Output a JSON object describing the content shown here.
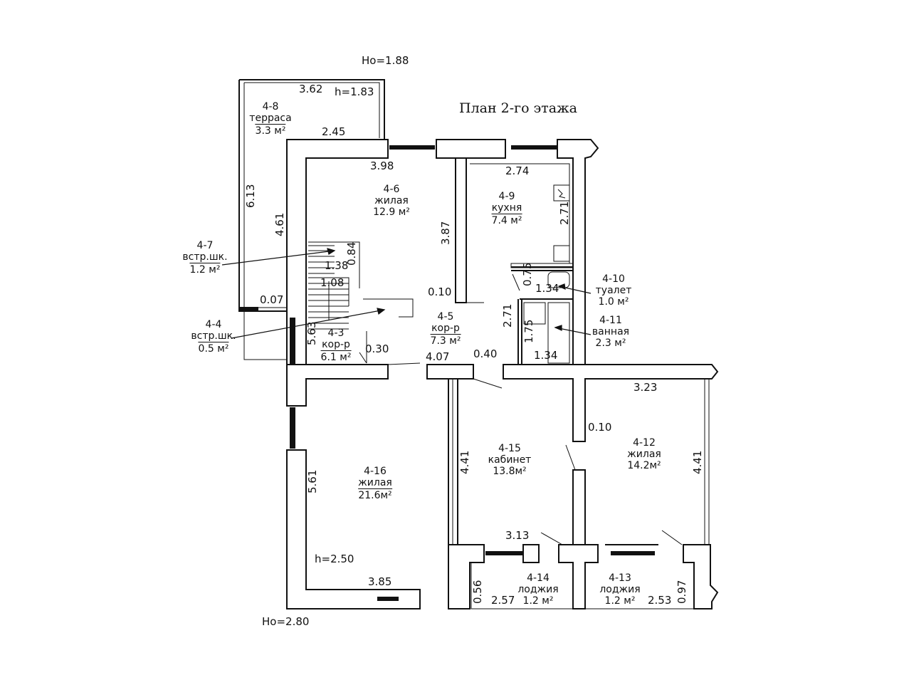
{
  "title": "План 2-го этажа",
  "heights": {
    "ho_top": "Ho=1.88",
    "ho_bottom": "Ho=2.80",
    "h_terrace": "h=1.83",
    "h_main": "h=2.50"
  },
  "rooms": {
    "r48": {
      "id": "4-8",
      "name": "терраса",
      "area": "3.3 м²"
    },
    "r46": {
      "id": "4-6",
      "name": "жилая",
      "area": "12.9 м²"
    },
    "r49": {
      "id": "4-9",
      "name": "кухня",
      "area": "7.4 м²"
    },
    "r47": {
      "id": "4-7",
      "name": "встр.шк.",
      "area": "1.2 м²"
    },
    "r410": {
      "id": "4-10",
      "name": "туалет",
      "area": "1.0 м²"
    },
    "r45": {
      "id": "4-5",
      "name": "кор-р",
      "area": "7.3 м²"
    },
    "r411": {
      "id": "4-11",
      "name": "ванная",
      "area": "2.3 м²"
    },
    "r44": {
      "id": "4-4",
      "name": "встр.шк.",
      "area": "0.5 м²"
    },
    "r43": {
      "id": "4-3",
      "name": "кор-р",
      "area": "6.1 м²"
    },
    "r416": {
      "id": "4-16",
      "name": "жилая",
      "area": "21.6м²"
    },
    "r415": {
      "id": "4-15",
      "name": "кабинет",
      "area": "13.8м²"
    },
    "r412": {
      "id": "4-12",
      "name": "жилая",
      "area": "14.2м²"
    },
    "r414": {
      "id": "4-14",
      "name": "лоджия",
      "area": "1.2 м²"
    },
    "r413": {
      "id": "4-13",
      "name": "лоджия",
      "area": "1.2 м²"
    }
  },
  "dims": {
    "d362": "3.62",
    "d245": "2.45",
    "d613": "6.13",
    "d461a": "4.61",
    "d398": "3.98",
    "d274": "2.74",
    "d387": "3.87",
    "d271a": "2.71",
    "d084": "0.84",
    "d138": "1.38",
    "d108": "1.08",
    "d075": "0.75",
    "d134a": "1.34",
    "d010a": "0.10",
    "d007": "0.07",
    "d271b": "2.71",
    "d175": "1.75",
    "d134b": "1.34",
    "d563": "5.63",
    "d030": "0.30",
    "d407": "4.07",
    "d040": "0.40",
    "d323": "3.23",
    "d010b": "0.10",
    "d561": "5.61",
    "d441a": "4.41",
    "d441b": "4.41",
    "d313": "3.13",
    "d385": "3.85",
    "d056": "0.56",
    "d257": "2.57",
    "d253": "2.53",
    "d097": "0.97"
  },
  "colors": {
    "wall": "#111111",
    "paper": "#ffffff"
  }
}
